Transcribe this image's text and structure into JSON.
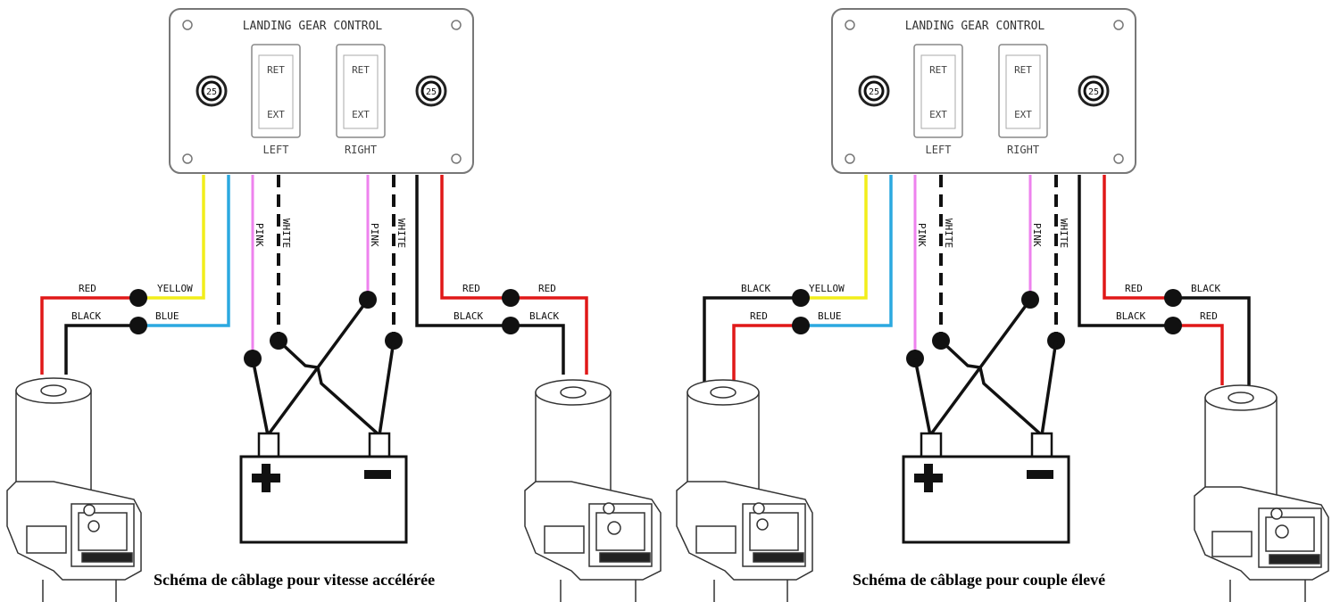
{
  "diagrams": [
    {
      "panel": {
        "title": "LANDING GEAR CONTROL",
        "switch_top": "RET",
        "switch_bottom": "EXT",
        "switch_left": "LEFT",
        "switch_right": "RIGHT",
        "breaker": "25"
      },
      "wires": {
        "pink": "PINK",
        "white": "WHITE",
        "yellow": "YELLOW",
        "blue": "BLUE",
        "left_top": "RED",
        "left_bottom": "BLACK",
        "right_in_top": "RED",
        "right_in_bottom": "BLACK",
        "right_out_top": "RED",
        "right_out_bottom": "BLACK"
      },
      "caption": "Schéma de câblage pour vitesse accélérée"
    },
    {
      "panel": {
        "title": "LANDING GEAR CONTROL",
        "switch_top": "RET",
        "switch_bottom": "EXT",
        "switch_left": "LEFT",
        "switch_right": "RIGHT",
        "breaker": "25"
      },
      "wires": {
        "pink": "PINK",
        "white": "WHITE",
        "yellow": "YELLOW",
        "blue": "BLUE",
        "left_top": "BLACK",
        "left_bottom": "RED",
        "right_in_top": "RED",
        "right_in_bottom": "BLACK",
        "right_out_top": "BLACK",
        "right_out_bottom": "RED"
      },
      "caption": "Schéma de câblage pour couple élevé"
    }
  ],
  "colors": {
    "red": "#e01818",
    "black": "#111111",
    "yellow": "#f2ee1a",
    "blue": "#2ba9e0",
    "pink": "#ee82ee",
    "panel_stroke": "#777777"
  }
}
